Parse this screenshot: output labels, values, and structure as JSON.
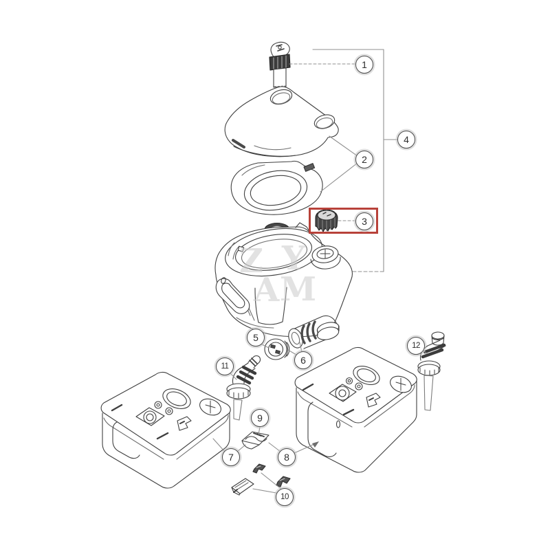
{
  "diagram": {
    "type": "exploded-parts-diagram",
    "highlight": {
      "part": "3",
      "box_color": "#b8423a"
    },
    "callouts": [
      {
        "label": "1"
      },
      {
        "label": "2"
      },
      {
        "label": "3"
      },
      {
        "label": "4"
      },
      {
        "label": "5"
      },
      {
        "label": "6"
      },
      {
        "label": "7"
      },
      {
        "label": "8"
      },
      {
        "label": "9"
      },
      {
        "label": "10"
      },
      {
        "label": "11"
      },
      {
        "label": "12"
      }
    ],
    "watermark": {
      "letters": [
        "Z",
        "Y",
        "A",
        "M"
      ]
    }
  }
}
